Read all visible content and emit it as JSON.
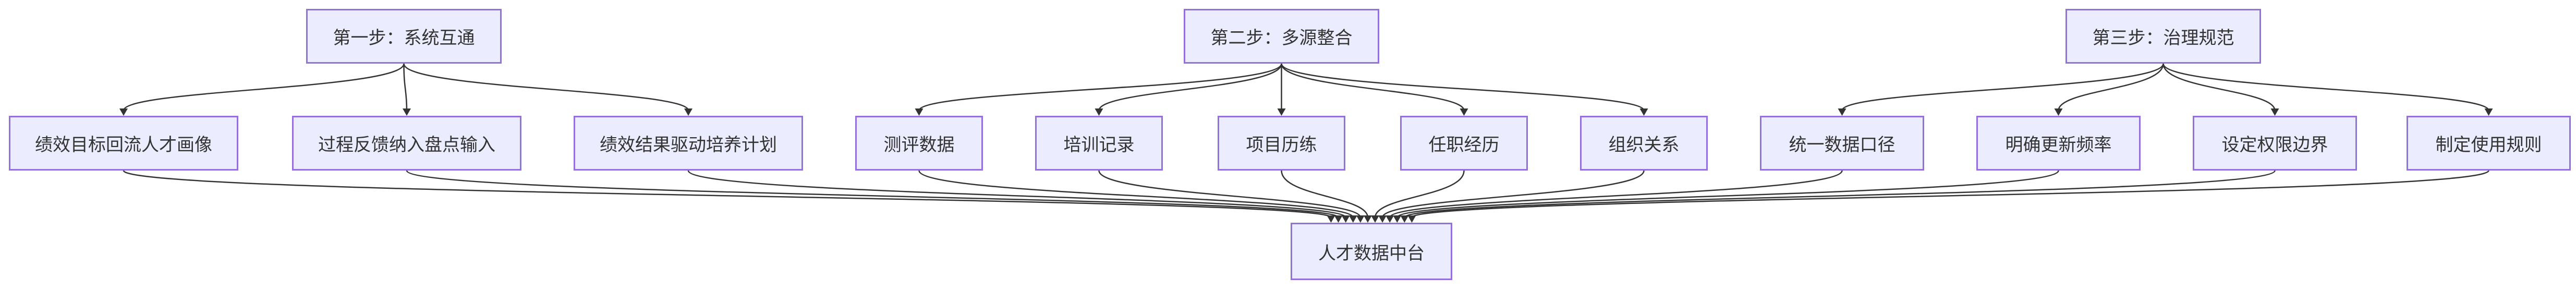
{
  "diagram": {
    "nodes": {
      "step1": "第一步：系统互通",
      "step2": "第二步：多源整合",
      "step3": "第三步：治理规范",
      "a1": "绩效目标回流人才画像",
      "a2": "过程反馈纳入盘点输入",
      "a3": "绩效结果驱动培养计划",
      "b1": "测评数据",
      "b2": "培训记录",
      "b3": "项目历练",
      "b4": "任职经历",
      "b5": "组织关系",
      "c1": "统一数据口径",
      "c2": "明确更新频率",
      "c3": "设定权限边界",
      "c4": "制定使用规则",
      "hub": "人才数据中台"
    },
    "edges": [
      [
        "step1",
        "a1"
      ],
      [
        "step1",
        "a2"
      ],
      [
        "step1",
        "a3"
      ],
      [
        "step2",
        "b1"
      ],
      [
        "step2",
        "b2"
      ],
      [
        "step2",
        "b3"
      ],
      [
        "step2",
        "b4"
      ],
      [
        "step2",
        "b5"
      ],
      [
        "step3",
        "c1"
      ],
      [
        "step3",
        "c2"
      ],
      [
        "step3",
        "c3"
      ],
      [
        "step3",
        "c4"
      ],
      [
        "a1",
        "hub"
      ],
      [
        "a2",
        "hub"
      ],
      [
        "a3",
        "hub"
      ],
      [
        "b1",
        "hub"
      ],
      [
        "b2",
        "hub"
      ],
      [
        "b3",
        "hub"
      ],
      [
        "b4",
        "hub"
      ],
      [
        "b5",
        "hub"
      ],
      [
        "c1",
        "hub"
      ],
      [
        "c2",
        "hub"
      ],
      [
        "c3",
        "hub"
      ],
      [
        "c4",
        "hub"
      ]
    ],
    "colors": {
      "node_fill": "#ececff",
      "node_border": "#9370db",
      "edge": "#333333",
      "text": "#333333"
    }
  }
}
